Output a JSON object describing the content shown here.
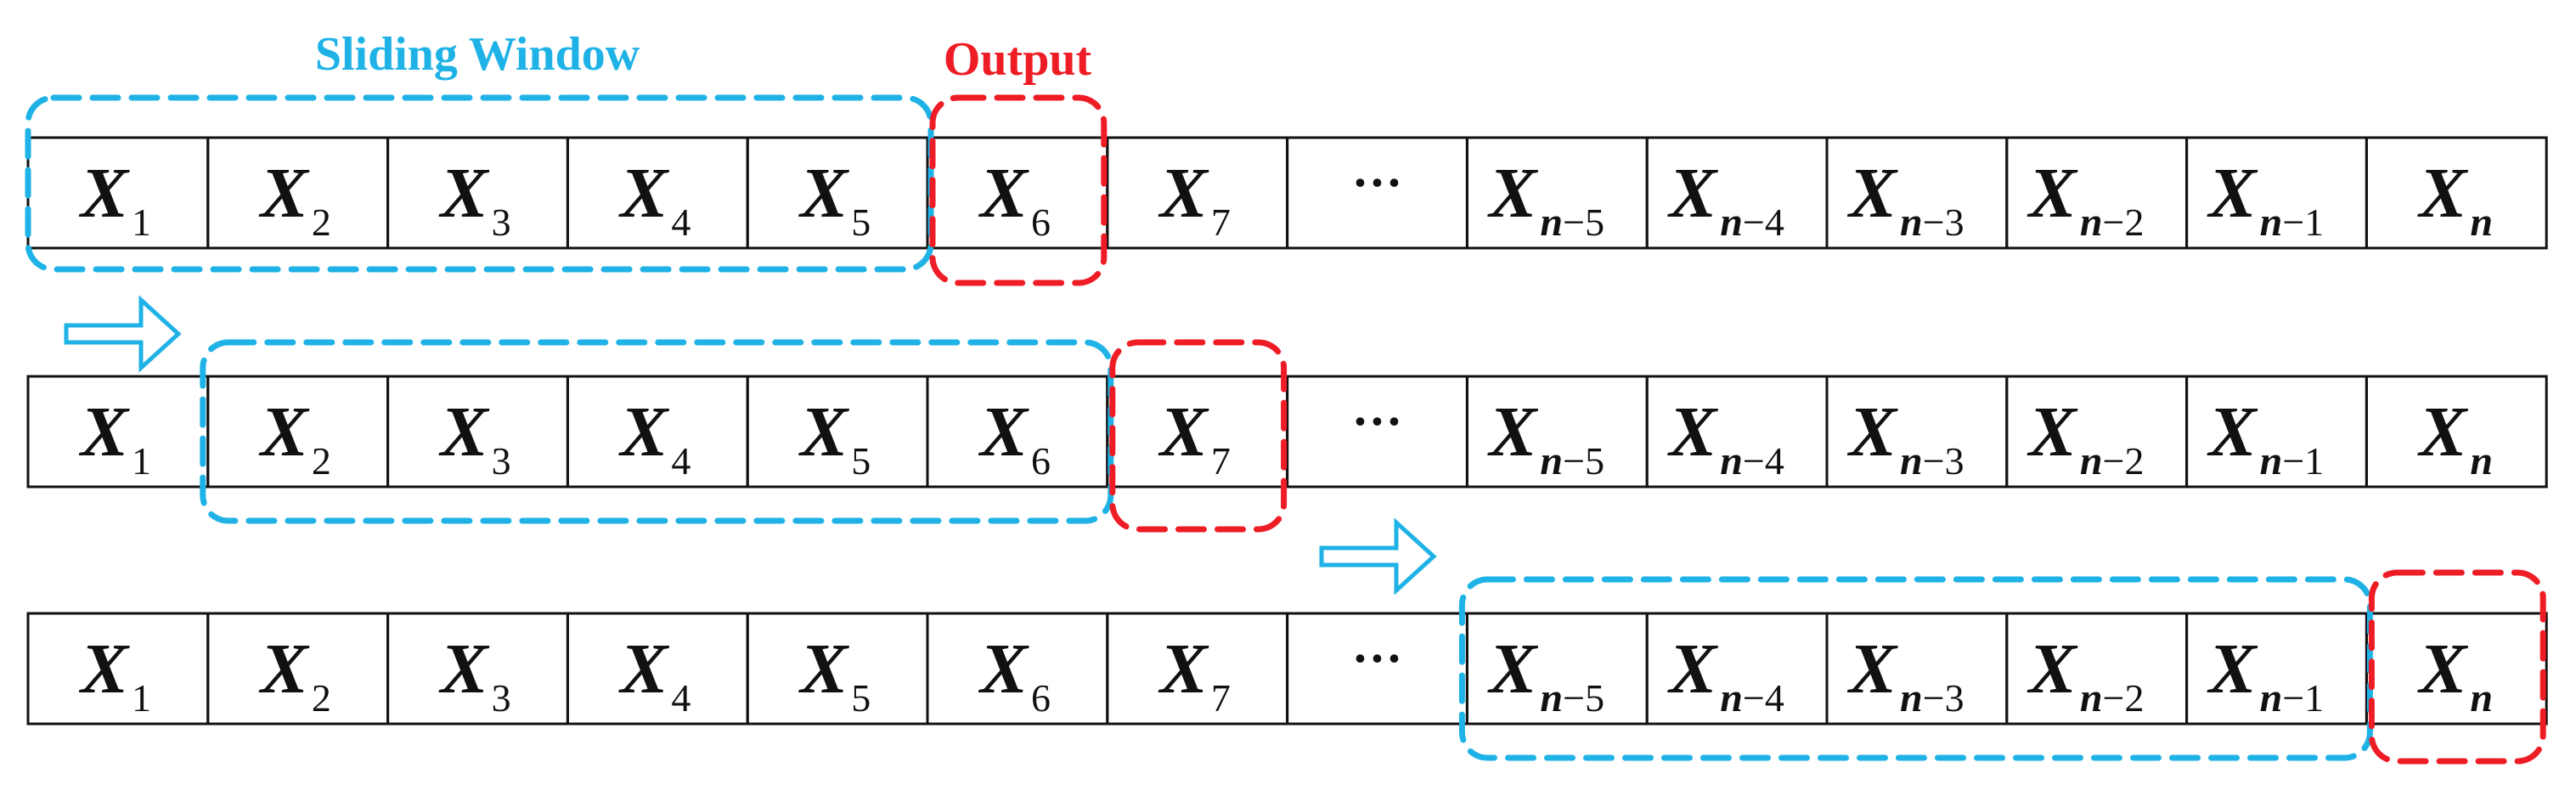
{
  "labels": {
    "sliding_window": "Sliding Window",
    "output": "Output"
  },
  "colors": {
    "window": "#1fb2e6",
    "output": "#ee1c25",
    "cell_border": "#111111",
    "text": "#111111"
  },
  "sequence": [
    {
      "base": "X",
      "sub": "1"
    },
    {
      "base": "X",
      "sub": "2"
    },
    {
      "base": "X",
      "sub": "3"
    },
    {
      "base": "X",
      "sub": "4"
    },
    {
      "base": "X",
      "sub": "5"
    },
    {
      "base": "X",
      "sub": "6"
    },
    {
      "base": "X",
      "sub": "7"
    },
    {
      "base": "",
      "sub": "",
      "ellipsis": "···"
    },
    {
      "base": "X",
      "sub": "n",
      "offset": "−5"
    },
    {
      "base": "X",
      "sub": "n",
      "offset": "−4"
    },
    {
      "base": "X",
      "sub": "n",
      "offset": "−3"
    },
    {
      "base": "X",
      "sub": "n",
      "offset": "−2"
    },
    {
      "base": "X",
      "sub": "n",
      "offset": "−1"
    },
    {
      "base": "X",
      "sub": "n"
    }
  ],
  "rows": [
    {
      "window_start": 0,
      "window_end": 4,
      "output": 5
    },
    {
      "window_start": 1,
      "window_end": 5,
      "output": 6
    },
    {
      "window_start": 8,
      "window_end": 12,
      "output": 13
    }
  ],
  "arrows": [
    {
      "between_rows": [
        0,
        1
      ],
      "icon": "right-arrow-icon"
    },
    {
      "between_rows": [
        1,
        2
      ],
      "icon": "right-arrow-icon"
    }
  ]
}
